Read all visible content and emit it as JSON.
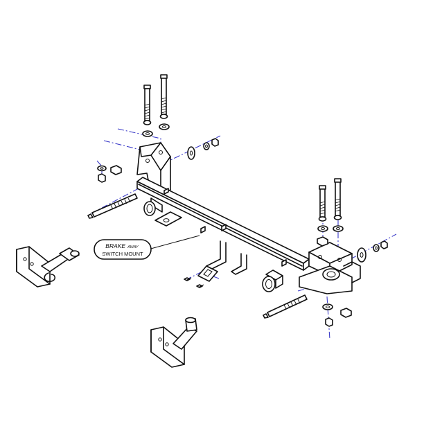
{
  "callout": {
    "line1_main": "BRAKE",
    "line1_small": "AWAY",
    "line2": "SWITCH MOUNT"
  }
}
